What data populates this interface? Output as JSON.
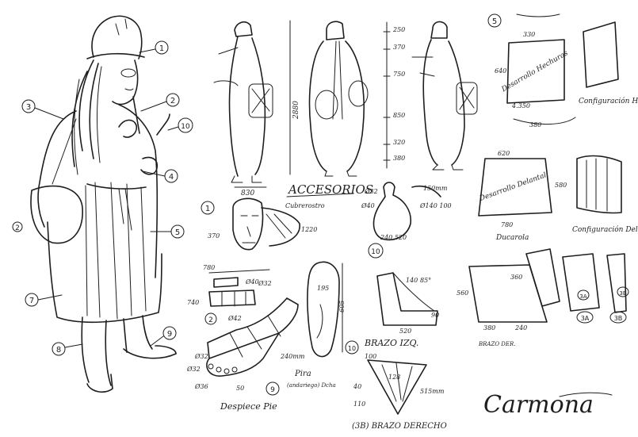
{
  "sheet": {
    "callouts": [
      "1",
      "2",
      "3",
      "4",
      "5",
      "7",
      "8",
      "9",
      "10",
      "2"
    ],
    "heading": "ACCESORIOS",
    "figure_dims": [
      "2880",
      "830",
      "250",
      "370",
      "750",
      "850",
      "320",
      "380"
    ],
    "mask": {
      "number": "1",
      "dims": [
        "830",
        "370",
        "1220"
      ],
      "label": "Cubrerostro"
    },
    "flask": {
      "number": "10",
      "dims": [
        "Ø32",
        "Ø40",
        "150mm",
        "Ø140 100",
        "240 520"
      ]
    },
    "hat_pattern": {
      "number": "5",
      "dims": [
        "330",
        "640",
        "4.350",
        "380"
      ],
      "center_label": "Desarrollo Hechuras",
      "side_label": "Configuración Hechura"
    },
    "sash_pattern": {
      "dims": [
        "620",
        "580",
        "780"
      ],
      "center_label": "Desarrollo Delantal",
      "caption": "Ducarola",
      "side_label": "Configuración Delantal"
    },
    "sleeve_pattern": {
      "dims": [
        "560",
        "380",
        "240",
        "360"
      ],
      "labels": [
        "3A",
        "3B",
        "3A",
        "3B"
      ],
      "caption": "BRAZO DER."
    },
    "accessory_small": {
      "number": "2",
      "dims": [
        "780",
        "Ø40",
        "Ø32",
        "Ø42",
        "740"
      ]
    },
    "foot": {
      "dims": [
        "Ø32",
        "Ø32",
        "Ø36",
        "50",
        "240mm"
      ],
      "number": "9",
      "caption": "Despiece Pie",
      "sole_label": "Pira",
      "sole_note": "(andariego) Dcha"
    },
    "sandal": {
      "dims": [
        "195",
        "605"
      ],
      "number": "10"
    },
    "arm_left": {
      "dims": [
        "140",
        "85°",
        "520",
        "90"
      ],
      "caption": "BRAZO IZQ."
    },
    "arm_right": {
      "dims": [
        "100",
        "128",
        "40",
        "515mm",
        "110"
      ],
      "caption": "(3B) BRAZO DERECHO"
    },
    "signature": "Carmona"
  }
}
